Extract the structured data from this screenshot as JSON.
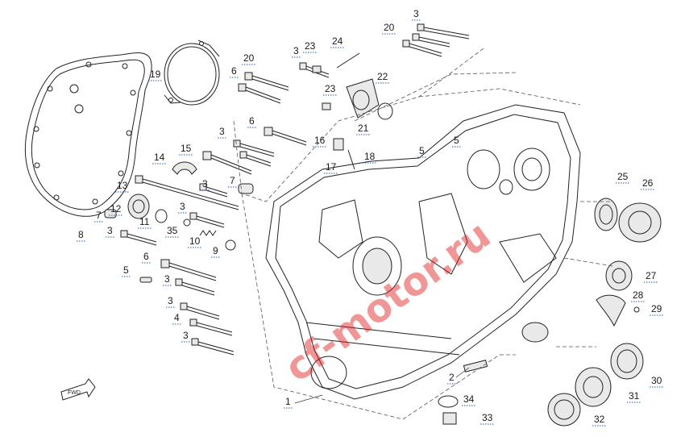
{
  "diagram": {
    "watermark": "cf-motor.ru",
    "arrow_label": "FWD",
    "callouts": [
      {
        "label": "1"
      },
      {
        "label": "2"
      },
      {
        "label": "3"
      },
      {
        "label": "3"
      },
      {
        "label": "3"
      },
      {
        "label": "3"
      },
      {
        "label": "3"
      },
      {
        "label": "3"
      },
      {
        "label": "3"
      },
      {
        "label": "3"
      },
      {
        "label": "3"
      },
      {
        "label": "4"
      },
      {
        "label": "5"
      },
      {
        "label": "5"
      },
      {
        "label": "5"
      },
      {
        "label": "6"
      },
      {
        "label": "6"
      },
      {
        "label": "6"
      },
      {
        "label": "7"
      },
      {
        "label": "7"
      },
      {
        "label": "8"
      },
      {
        "label": "9"
      },
      {
        "label": "10"
      },
      {
        "label": "11"
      },
      {
        "label": "12"
      },
      {
        "label": "13"
      },
      {
        "label": "14"
      },
      {
        "label": "15"
      },
      {
        "label": "16"
      },
      {
        "label": "17"
      },
      {
        "label": "18"
      },
      {
        "label": "19"
      },
      {
        "label": "20"
      },
      {
        "label": "20"
      },
      {
        "label": "21"
      },
      {
        "label": "22"
      },
      {
        "label": "23"
      },
      {
        "label": "23"
      },
      {
        "label": "24"
      },
      {
        "label": "25"
      },
      {
        "label": "26"
      },
      {
        "label": "27"
      },
      {
        "label": "28"
      },
      {
        "label": "29"
      },
      {
        "label": "30"
      },
      {
        "label": "31"
      },
      {
        "label": "32"
      },
      {
        "label": "33"
      },
      {
        "label": "34"
      },
      {
        "label": "35"
      }
    ]
  }
}
